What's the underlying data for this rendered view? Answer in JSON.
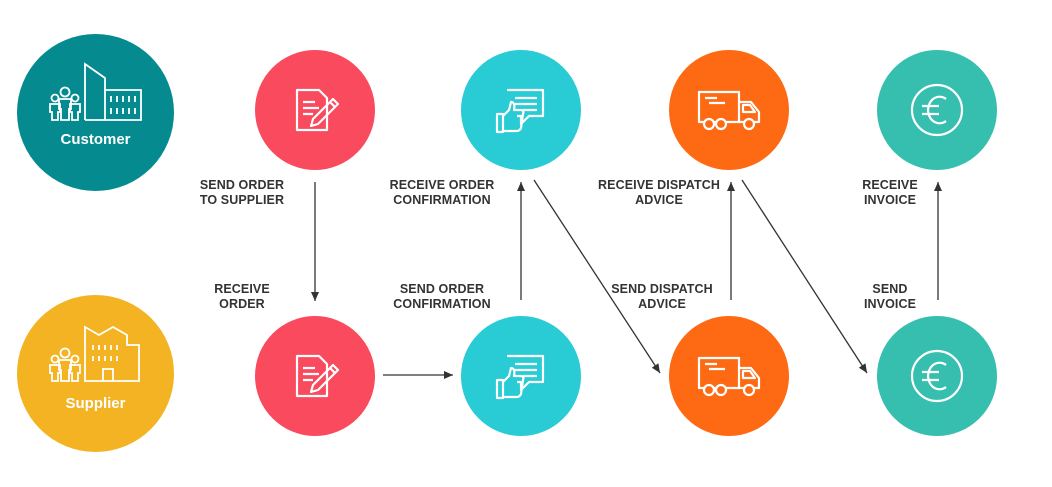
{
  "actors": {
    "customer": {
      "label": "Customer",
      "color": "#058a8f"
    },
    "supplier": {
      "label": "Supplier",
      "color": "#f4b323"
    }
  },
  "step_colors": {
    "order": "#fa4a5e",
    "confirmation": "#29cbd5",
    "dispatch": "#fe6a13",
    "invoice": "#36bfae"
  },
  "icons": {
    "order": "document-pen-icon",
    "confirmation": "thumbs-up-chat-icon",
    "dispatch": "delivery-truck-icon",
    "invoice": "euro-coin-icon",
    "customer": "people-buildings-icon",
    "supplier": "people-factory-icon"
  },
  "labels": {
    "send_order": {
      "line1": "SEND ORDER",
      "line2": "TO SUPPLIER"
    },
    "receive_confirmation": {
      "line1": "RECEIVE ORDER",
      "line2": "CONFIRMATION"
    },
    "receive_dispatch": {
      "line1": "RECEIVE DISPATCH",
      "line2": "ADVICE"
    },
    "receive_invoice": {
      "line1": "RECEIVE",
      "line2": "INVOICE"
    },
    "receive_order": {
      "line1": "RECEIVE",
      "line2": "ORDER"
    },
    "send_confirmation": {
      "line1": "SEND ORDER",
      "line2": "CONFIRMATION"
    },
    "send_dispatch": {
      "line1": "SEND DISPATCH",
      "line2": "ADVICE"
    },
    "send_invoice": {
      "line1": "SEND",
      "line2": "INVOICE"
    }
  }
}
